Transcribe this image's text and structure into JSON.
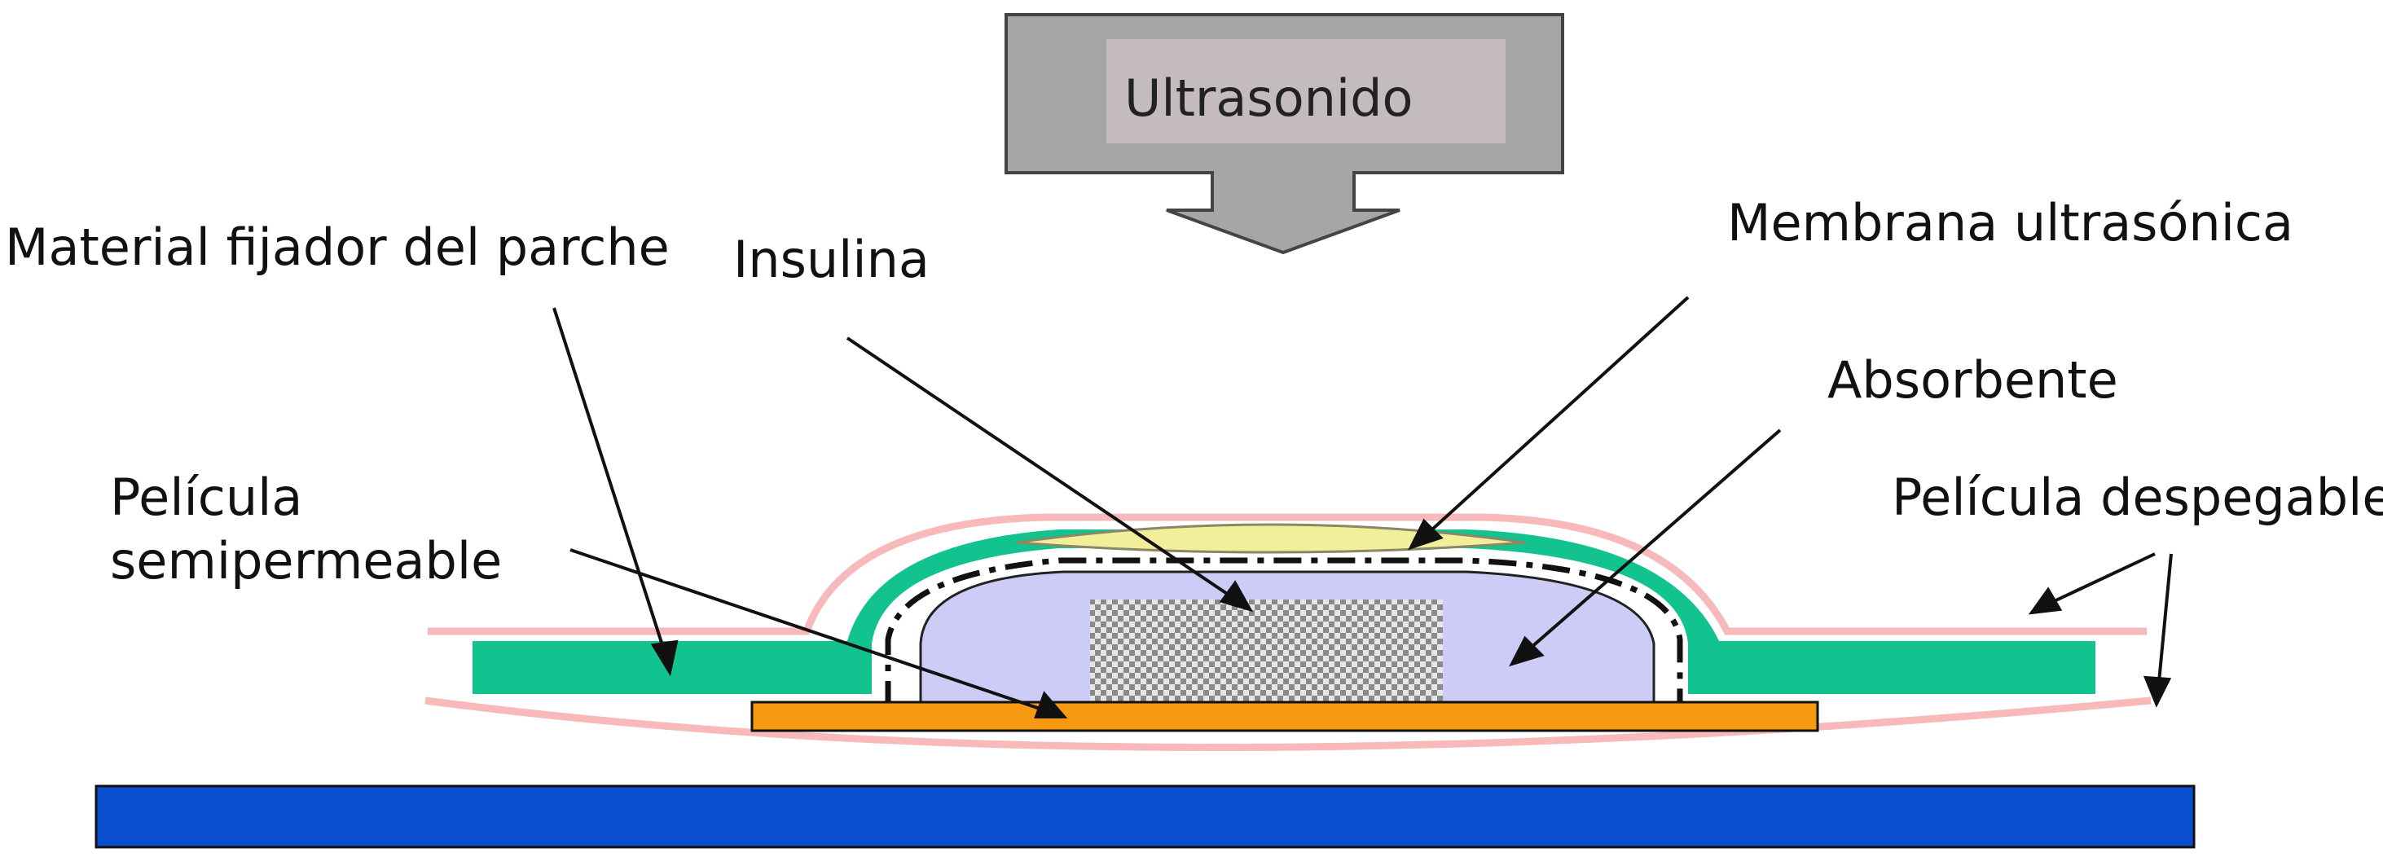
{
  "labels": {
    "ultrasonido": "Ultrasonido",
    "material_fijador": "Material fijador del parche",
    "insulina": "Insulina",
    "membrana": "Membrana ultrasónica",
    "absorbente": "Absorbente",
    "pelicula_semi_line1": "Película",
    "pelicula_semi_line2": "semipermeable",
    "pelicula_despegable": "Película despegable"
  },
  "colors": {
    "arrow_fill": "#a6a6a6",
    "arrow_inner": "#c4bcbc",
    "adhesive": "#12c390",
    "absorbent": "#ccccf6",
    "membrane": "#f2ee9a",
    "semipermeable": "#f79a12",
    "peel_film": "#f7b9b9",
    "skin": "#0a4fcf"
  },
  "icons": [
    "ultrasound-arrow-icon"
  ]
}
